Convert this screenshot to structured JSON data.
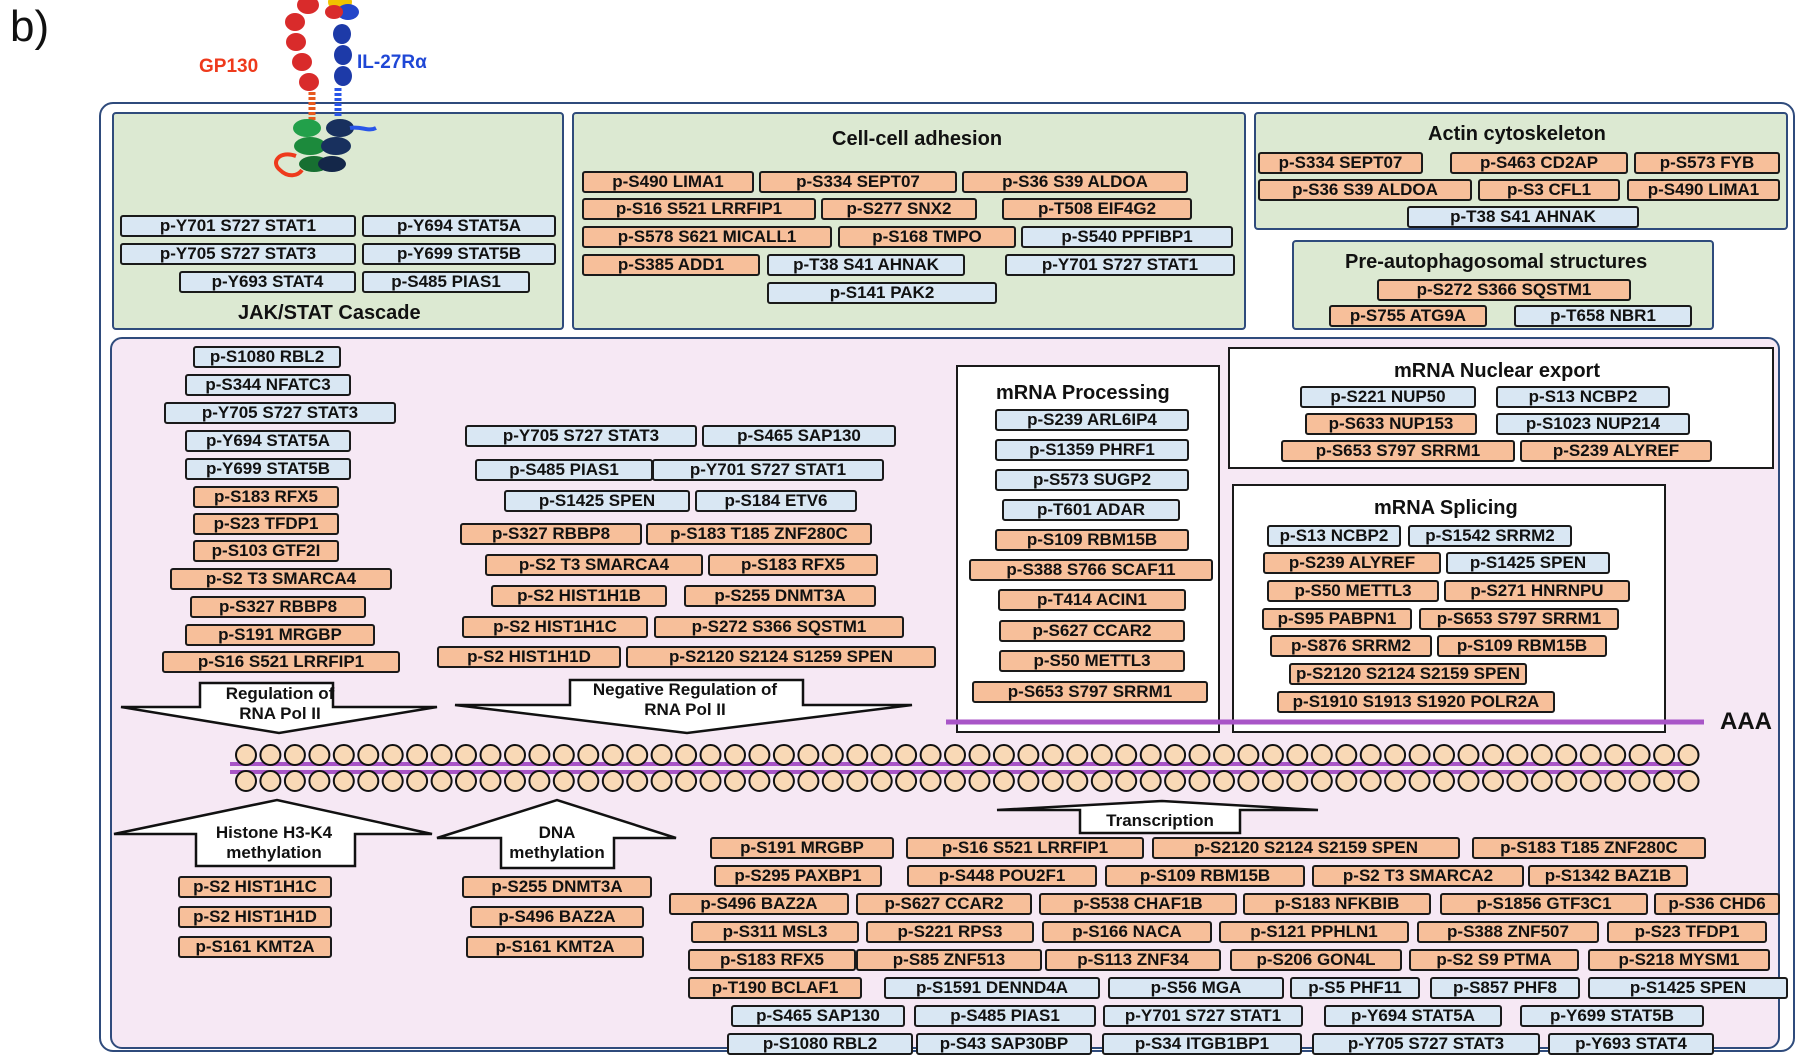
{
  "panel_label": "b)",
  "receptor": {
    "left_chain": "GP130",
    "right_chain": "IL-27Rα"
  },
  "colors": {
    "orange_pill": "#f7bf9a",
    "blue_pill": "#d9e7f3",
    "green_panel": "#dce9d2",
    "pink_panel": "#f6e8f4",
    "outer_border": "#2f4b7c",
    "mrna_strand": "#a855c7",
    "nucleotide": "#f9d9b6"
  },
  "titles": {
    "jakstat": "JAK/STAT Cascade",
    "adhesion": "Cell-cell adhesion",
    "actin": "Actin cytoskeleton",
    "autophago": "Pre-autophagosomal structures",
    "processing": "mRNA Processing",
    "export": "mRNA Nuclear export",
    "splicing": "mRNA Splicing",
    "aaa": "AAA"
  },
  "arrows": {
    "rnapol": "Regulation of RNA Pol II",
    "negreg": "Negative Regulation of RNA Pol II",
    "histone": "Histone H3-K4 methylation",
    "dna": "DNA methylation",
    "transcription": "Transcription"
  },
  "groups": {
    "jakstat": [
      {
        "t": "p-Y701 S727 STAT1",
        "c": "b"
      },
      {
        "t": "p-Y694 STAT5A",
        "c": "b"
      },
      {
        "t": "p-Y705 S727 STAT3",
        "c": "b"
      },
      {
        "t": "p-Y699 STAT5B",
        "c": "b"
      },
      {
        "t": "p-Y693 STAT4",
        "c": "b"
      },
      {
        "t": "p-S485 PIAS1",
        "c": "b"
      }
    ],
    "adhesion": [
      {
        "t": "p-S490 LIMA1",
        "c": "o"
      },
      {
        "t": "p-S334 SEPT07",
        "c": "o"
      },
      {
        "t": "p-S36 S39 ALDOA",
        "c": "o"
      },
      {
        "t": "p-S16 S521 LRRFIP1",
        "c": "o"
      },
      {
        "t": "p-S277 SNX2",
        "c": "o"
      },
      {
        "t": "p-T508 EIF4G2",
        "c": "o"
      },
      {
        "t": "p-S578 S621 MICALL1",
        "c": "o"
      },
      {
        "t": "p-S168 TMPO",
        "c": "o"
      },
      {
        "t": "p-S540 PPFIBP1",
        "c": "b"
      },
      {
        "t": "p-S385 ADD1",
        "c": "o"
      },
      {
        "t": "p-T38 S41 AHNAK",
        "c": "b"
      },
      {
        "t": "p-Y701 S727 STAT1",
        "c": "b"
      },
      {
        "t": "p-S141 PAK2",
        "c": "b"
      }
    ],
    "actin": [
      {
        "t": "p-S334 SEPT07",
        "c": "o"
      },
      {
        "t": "p-S463 CD2AP",
        "c": "o"
      },
      {
        "t": "p-S573 FYB",
        "c": "o"
      },
      {
        "t": "p-S36 S39 ALDOA",
        "c": "o"
      },
      {
        "t": "p-S3 CFL1",
        "c": "o"
      },
      {
        "t": "p-S490 LIMA1",
        "c": "o"
      },
      {
        "t": "p-T38 S41 AHNAK",
        "c": "b"
      }
    ],
    "autophago": [
      {
        "t": "p-S272 S366 SQSTM1",
        "c": "o"
      },
      {
        "t": "p-S755 ATG9A",
        "c": "o"
      },
      {
        "t": "p-T658 NBR1",
        "c": "b"
      }
    ],
    "rnapol": [
      {
        "t": "p-S1080 RBL2",
        "c": "b"
      },
      {
        "t": "p-S344 NFATC3",
        "c": "b"
      },
      {
        "t": "p-Y705 S727 STAT3",
        "c": "b"
      },
      {
        "t": "p-Y694 STAT5A",
        "c": "b"
      },
      {
        "t": "p-Y699 STAT5B",
        "c": "b"
      },
      {
        "t": "p-S183 RFX5",
        "c": "o"
      },
      {
        "t": "p-S23 TFDP1",
        "c": "o"
      },
      {
        "t": "p-S103 GTF2I",
        "c": "o"
      },
      {
        "t": "p-S2 T3 SMARCA4",
        "c": "o"
      },
      {
        "t": "p-S327 RBBP8",
        "c": "o"
      },
      {
        "t": "p-S191 MRGBP",
        "c": "o"
      },
      {
        "t": "p-S16 S521 LRRFIP1",
        "c": "o"
      }
    ],
    "negreg": [
      {
        "t": "p-Y705 S727 STAT3",
        "c": "b"
      },
      {
        "t": "p-S465 SAP130",
        "c": "b"
      },
      {
        "t": "p-S485 PIAS1",
        "c": "b"
      },
      {
        "t": "p-Y701 S727 STAT1",
        "c": "b"
      },
      {
        "t": "p-S1425 SPEN",
        "c": "b"
      },
      {
        "t": "p-S184 ETV6",
        "c": "b"
      },
      {
        "t": "p-S327 RBBP8",
        "c": "o"
      },
      {
        "t": "p-S183 T185 ZNF280C",
        "c": "o"
      },
      {
        "t": "p-S2 T3 SMARCA4",
        "c": "o"
      },
      {
        "t": "p-S183 RFX5",
        "c": "o"
      },
      {
        "t": "p-S2 HIST1H1B",
        "c": "o"
      },
      {
        "t": "p-S255 DNMT3A",
        "c": "o"
      },
      {
        "t": "p-S2 HIST1H1C",
        "c": "o"
      },
      {
        "t": "p-S272 S366 SQSTM1",
        "c": "o"
      },
      {
        "t": "p-S2 HIST1H1D",
        "c": "o"
      },
      {
        "t": "p-S2120 S2124 S1259 SPEN",
        "c": "o"
      }
    ],
    "processing": [
      {
        "t": "p-S239 ARL6IP4",
        "c": "b"
      },
      {
        "t": "p-S1359 PHRF1",
        "c": "b"
      },
      {
        "t": "p-S573 SUGP2",
        "c": "b"
      },
      {
        "t": "p-T601 ADAR",
        "c": "b"
      },
      {
        "t": "p-S109 RBM15B",
        "c": "o"
      },
      {
        "t": "p-S388 S766 SCAF11",
        "c": "o"
      },
      {
        "t": "p-T414 ACIN1",
        "c": "o"
      },
      {
        "t": "p-S627 CCAR2",
        "c": "o"
      },
      {
        "t": "p-S50 METTL3",
        "c": "o"
      },
      {
        "t": "p-S653 S797 SRRM1",
        "c": "o"
      }
    ],
    "export": [
      {
        "t": "p-S221 NUP50",
        "c": "b"
      },
      {
        "t": "p-S13 NCBP2",
        "c": "b"
      },
      {
        "t": "p-S633 NUP153",
        "c": "o"
      },
      {
        "t": "p-S1023 NUP214",
        "c": "b"
      },
      {
        "t": "p-S653 S797 SRRM1",
        "c": "o"
      },
      {
        "t": "p-S239 ALYREF",
        "c": "o"
      }
    ],
    "splicing": [
      {
        "t": "p-S13 NCBP2",
        "c": "b"
      },
      {
        "t": "p-S1542 SRRM2",
        "c": "b"
      },
      {
        "t": "p-S239 ALYREF",
        "c": "o"
      },
      {
        "t": "p-S1425 SPEN",
        "c": "b"
      },
      {
        "t": "p-S50 METTL3",
        "c": "o"
      },
      {
        "t": "p-S271 HNRNPU",
        "c": "o"
      },
      {
        "t": "p-S95 PABPN1",
        "c": "o"
      },
      {
        "t": "p-S653 S797 SRRM1",
        "c": "o"
      },
      {
        "t": "p-S876 SRRM2",
        "c": "o"
      },
      {
        "t": "p-S109 RBM15B",
        "c": "o"
      },
      {
        "t": "p-S2120 S2124 S2159 SPEN",
        "c": "o"
      },
      {
        "t": "p-S1910 S1913 S1920 POLR2A",
        "c": "o"
      }
    ],
    "histone": [
      {
        "t": "p-S2 HIST1H1C",
        "c": "o"
      },
      {
        "t": "p-S2 HIST1H1D",
        "c": "o"
      },
      {
        "t": "p-S161 KMT2A",
        "c": "o"
      }
    ],
    "dna": [
      {
        "t": "p-S255 DNMT3A",
        "c": "o"
      },
      {
        "t": "p-S496 BAZ2A",
        "c": "o"
      },
      {
        "t": "p-S161 KMT2A",
        "c": "o"
      }
    ],
    "transcription": [
      {
        "t": "p-S191 MRGBP",
        "c": "o"
      },
      {
        "t": "p-S16 S521 LRRFIP1",
        "c": "o"
      },
      {
        "t": "p-S2120 S2124 S2159 SPEN",
        "c": "o"
      },
      {
        "t": "p-S183 T185 ZNF280C",
        "c": "o"
      },
      {
        "t": "p-S295 PAXBP1",
        "c": "o"
      },
      {
        "t": "p-S448 POU2F1",
        "c": "o"
      },
      {
        "t": "p-S109 RBM15B",
        "c": "o"
      },
      {
        "t": "p-S2 T3 SMARCA2",
        "c": "o"
      },
      {
        "t": "p-S1342 BAZ1B",
        "c": "o"
      },
      {
        "t": "p-S496 BAZ2A",
        "c": "o"
      },
      {
        "t": "p-S627 CCAR2",
        "c": "o"
      },
      {
        "t": "p-S538 CHAF1B",
        "c": "o"
      },
      {
        "t": "p-S183 NFKBIB",
        "c": "o"
      },
      {
        "t": "p-S1856 GTF3C1",
        "c": "o"
      },
      {
        "t": "p-S36 CHD6",
        "c": "o"
      },
      {
        "t": "p-S311 MSL3",
        "c": "o"
      },
      {
        "t": "p-S221 RPS3",
        "c": "o"
      },
      {
        "t": "p-S166 NACA",
        "c": "o"
      },
      {
        "t": "p-S121 PPHLN1",
        "c": "o"
      },
      {
        "t": "p-S388 ZNF507",
        "c": "o"
      },
      {
        "t": "p-S23 TFDP1",
        "c": "o"
      },
      {
        "t": "p-S183 RFX5",
        "c": "o"
      },
      {
        "t": "p-S85 ZNF513",
        "c": "o"
      },
      {
        "t": "p-S113 ZNF34",
        "c": "o"
      },
      {
        "t": "p-S206 GON4L",
        "c": "o"
      },
      {
        "t": "p-S2 S9 PTMA",
        "c": "o"
      },
      {
        "t": "p-S218 MYSM1",
        "c": "o"
      },
      {
        "t": "p-T190 BCLAF1",
        "c": "o"
      },
      {
        "t": "p-S1591 DENND4A",
        "c": "b"
      },
      {
        "t": "p-S56 MGA",
        "c": "b"
      },
      {
        "t": "p-S5 PHF11",
        "c": "b"
      },
      {
        "t": "p-S857 PHF8",
        "c": "b"
      },
      {
        "t": "p-S1425 SPEN",
        "c": "b"
      },
      {
        "t": "p-S465 SAP130",
        "c": "b"
      },
      {
        "t": "p-S485 PIAS1",
        "c": "b"
      },
      {
        "t": "p-Y701 S727 STAT1",
        "c": "b"
      },
      {
        "t": "p-Y694 STAT5A",
        "c": "b"
      },
      {
        "t": "p-Y699 STAT5B",
        "c": "b"
      },
      {
        "t": "p-S1080 RBL2",
        "c": "b"
      },
      {
        "t": "p-S43 SAP30BP",
        "c": "b"
      },
      {
        "t": "p-S34 ITGB1BP1",
        "c": "b"
      },
      {
        "t": "p-Y705 S727 STAT3",
        "c": "b"
      },
      {
        "t": "p-Y693 STAT4",
        "c": "b"
      }
    ]
  }
}
